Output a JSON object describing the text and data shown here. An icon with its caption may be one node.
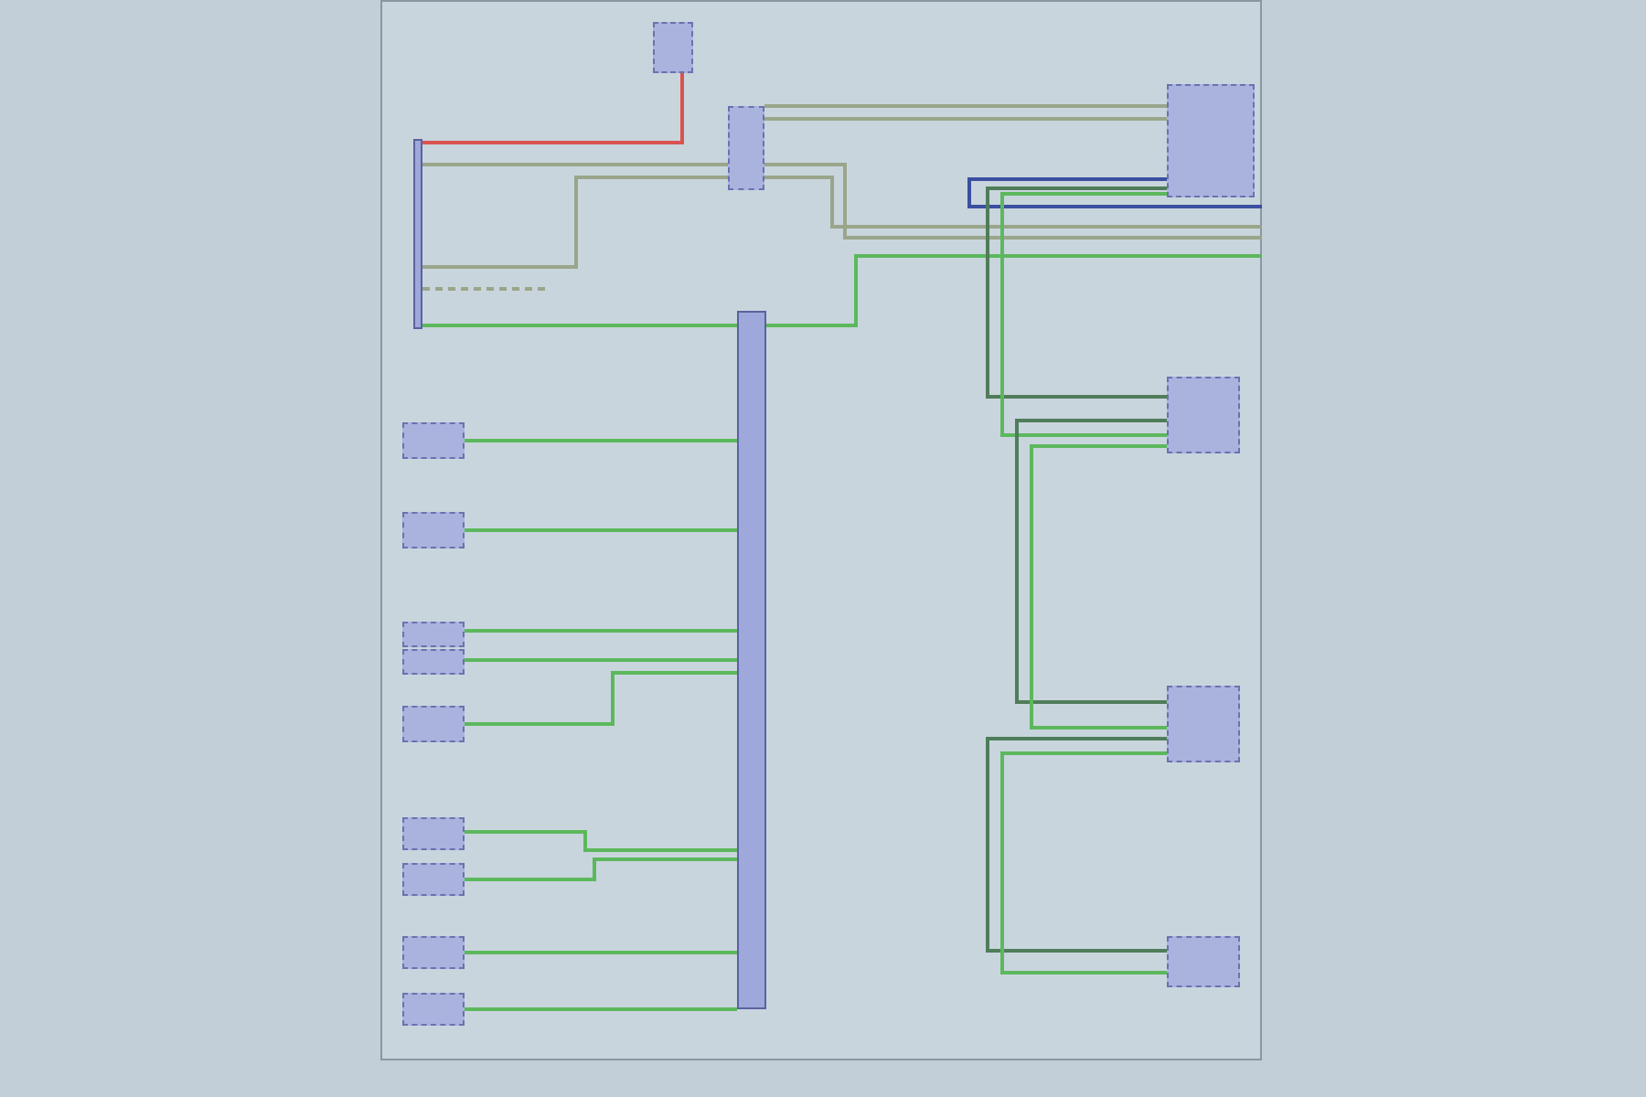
{
  "diagram": {
    "nodes": [
      {
        "text": [],
        "shape": "box"
      },
      {
        "text": [],
        "shape": "box"
      },
      {
        "text": [],
        "shape": "bar"
      },
      {
        "text": [],
        "shape": "bar"
      },
      {
        "text": [],
        "shape": "box"
      },
      {
        "text": [],
        "shape": "box"
      },
      {
        "text": [],
        "shape": "box"
      },
      {
        "text": [],
        "shape": "box"
      },
      {
        "text": [],
        "shape": "box"
      },
      {
        "text": [],
        "shape": "box"
      },
      {
        "text": [],
        "shape": "box"
      },
      {
        "text": [],
        "shape": "box"
      },
      {
        "text": [],
        "shape": "box"
      },
      {
        "text": [],
        "shape": "box"
      },
      {
        "text": [],
        "shape": "box"
      },
      {
        "text": [],
        "shape": "box"
      },
      {
        "text": [],
        "shape": "box"
      }
    ],
    "edges": [
      {
        "from": 0,
        "to": 2,
        "arrow": "none",
        "color": "#d9534f"
      },
      {
        "from": 2,
        "to": 1,
        "arrow": "none",
        "color": "#9aa58a"
      },
      {
        "from": 2,
        "to": 1,
        "arrow": "none",
        "color": "#9aa58a"
      },
      {
        "from": 1,
        "to": 4,
        "arrow": "none",
        "color": "#9aa58a"
      },
      {
        "from": 1,
        "to": 4,
        "arrow": "none",
        "color": "#9aa58a"
      },
      {
        "from": 1,
        "to": null,
        "arrow": "none",
        "color": "#9aa58a"
      },
      {
        "from": 1,
        "to": null,
        "arrow": "none",
        "color": "#9aa58a"
      },
      {
        "from": 2,
        "to": 3,
        "arrow": "none"
      },
      {
        "from": 3,
        "to": null,
        "arrow": "none"
      },
      {
        "from": 4,
        "to": null,
        "arrow": "none",
        "color": "#3a4fa0"
      },
      {
        "from": 4,
        "to": 5,
        "arrow": "none",
        "color": "#4f7d5a"
      },
      {
        "from": 4,
        "to": 5,
        "arrow": "none"
      },
      {
        "from": 5,
        "to": 6,
        "arrow": "none",
        "color": "#4f7d5a"
      },
      {
        "from": 5,
        "to": 6,
        "arrow": "none"
      },
      {
        "from": 6,
        "to": 7,
        "arrow": "none",
        "color": "#4f7d5a"
      },
      {
        "from": 6,
        "to": 7,
        "arrow": "none"
      },
      {
        "from": 2,
        "to": null,
        "arrow": "none",
        "style": "dashed",
        "color": "#9aa58a"
      },
      {
        "from": 8,
        "to": 3,
        "arrow": "none"
      },
      {
        "from": 9,
        "to": 3,
        "arrow": "none"
      },
      {
        "from": 10,
        "to": 3,
        "arrow": "none"
      },
      {
        "from": 11,
        "to": 3,
        "arrow": "none"
      },
      {
        "from": 12,
        "to": 3,
        "arrow": "none"
      },
      {
        "from": 13,
        "to": 3,
        "arrow": "none"
      },
      {
        "from": 14,
        "to": 3,
        "arrow": "none"
      },
      {
        "from": 15,
        "to": 3,
        "arrow": "none"
      },
      {
        "from": 16,
        "to": 3,
        "arrow": "none"
      }
    ]
  }
}
